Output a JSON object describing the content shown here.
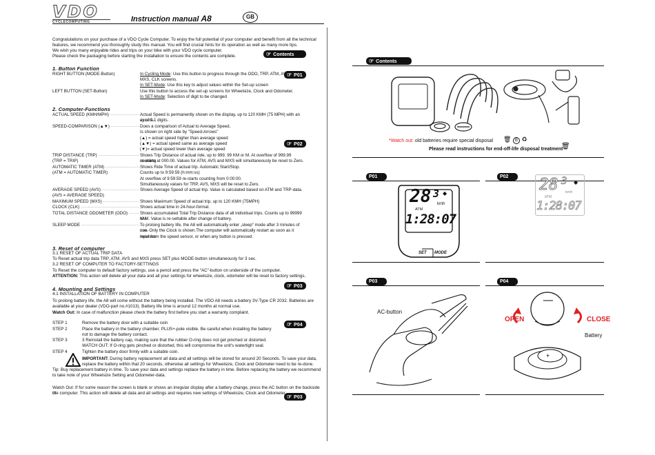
{
  "header": {
    "brand": "VDO",
    "brand_tag": "CYCLECOMPUTING",
    "title_prefix": "Instruction manual",
    "title_model": "A8",
    "lang": "GB"
  },
  "intro": [
    "Congratulations on your purchase of a VDO Cycle Computer. To enjoy the full potential of your computer and benefit from all the technical",
    "features, we recommend you thoroughly study this manual. You will find crucial hints for its operation as well as many more tips.",
    "We wish you many enjoyable rides and trips on your bike with your VDO cycle computer.",
    "Please check the packaging before starting the installation to ensure the contents are complete."
  ],
  "refs": {
    "contents": "Contents",
    "p01": "P01",
    "p02": "P02",
    "p03": "P03",
    "p04": "P04"
  },
  "buttons": {
    "heading": "1. Button Function",
    "right_label": "RIGHT BUTTON (MODE-Button)",
    "right_cycling_key": "In Cycling Mode",
    "right_cycling_text": ": Use this button to progress through the ODO, TRP, ATM, AVS,",
    "right_cycling_cont": "MXS, CLK screens.",
    "right_set_key": "In SET-Mode",
    "right_set_text": ": Use this key to adjust values within the Set-up screen",
    "left_label": "LEFT BUTTON (SET-Button)",
    "left_text": "Use this button to access the set-up screens for Wheelsize, Clock and Odometer.",
    "left_set_key": "In SET-Mode",
    "left_set_text": ": Selection of digit to be changed"
  },
  "functions": {
    "heading": "2. Computer-Functions",
    "items": [
      {
        "label": "ACTUAL SPEED (KMH/MPH)",
        "lines": [
          "Actual Speed is permanently shown on the display, up to 120 KMH (75 MPH) with an accura-",
          "cy of 0.1 digits."
        ]
      },
      {
        "label": "SPEED-COMPARISON (▲▼)",
        "lines": [
          "Does a comparison of Actual to Average Speed.",
          "Is shown on right side by \"Speed-Arrows\"",
          "(▲) = actual speed higher than average speed",
          "(▲▼) = actual speed same as average speed",
          "(▼)= actual speed lower than average speed"
        ]
      },
      {
        "label": "TRIP DISTANCE (TRP)",
        "sub": "(TRP = TRIP)",
        "lines": [
          "Shows Trip Distance of actual ride, up to 999. 99 KM or M. At overflow of 999.99 counting",
          "re-starts at 000.00. Values for ATM, AVS and MXS will simultaneously be reset to Zero."
        ]
      },
      {
        "label": "AUTOMATIC TIMER (ATM)",
        "sub": "(ATM = AUTOMATIC TIMER)",
        "lines": [
          "Shows Ride Time of actual trip. Automatic Start/Stop.",
          "Counts up to 9:59:59 (h:mm:ss)",
          "At overflow of 9:59:59 re-starts counting from 0:00:00.",
          "Simultaneously values for TRP, AVS, MXS will be reset to Zero."
        ]
      },
      {
        "label": "AVERAGE SPEED (AVS)",
        "sub": "(AVS = AVERAGE SPEED)",
        "lines": [
          "Shows Average Speed of actual trip. Value is calculated based on ATM and TRP-data."
        ]
      },
      {
        "label": "MAXIMUM SPEED (MXS)",
        "lines": [
          "Shows Maximum Speed of actual trip, up to 120 KMH (75MPH)"
        ]
      },
      {
        "label": "CLOCK (CLK)",
        "lines": [
          "Shows actual time in 24-hour-format."
        ]
      },
      {
        "label": "TOTAL DISTANCE ODOMETER (ODO)",
        "lines": [
          "Shows accumulated Total Trip Distance data of all individual trips. Counts up to 99999 KM",
          "or M. Value is re-settable after change of battery."
        ]
      },
      {
        "label": "SLEEP MODE",
        "lines": [
          "To prolong battery life, the A8 will automatically enter „sleep“ mode after 3 minutes of non-",
          "use. Only the Clock is shown.The computer will automatically restart as soon as it receives",
          "input from the speed sensor, or when any button is pressed."
        ]
      }
    ]
  },
  "reset": {
    "heading": "3. Reset of computer",
    "lines": [
      "3.1 RESET OF ACTUAL TRIP DATA",
      "To Reset actual trip data TRP, ATM, AVS and MXS press SET plus MODE-button simultaneously for 3 sec.",
      "3.2 RESET OF COMPUTER TO FACTORY-SETTINGS",
      "To Reset the computer to default factory settings, use a pencil and press the “AC”-button on underside of the computer."
    ],
    "attention_key": "ATTENTION:",
    "attention_text": " This action will delete all your data and all your settings for wheelsize, clock, odometer will be reset to factory settings."
  },
  "mounting": {
    "heading": "4. Mounting and Settings",
    "sub": "4.1 INSTALLATION OF BATTERY IN COMPUTER",
    "lines": [
      "To prolong battery life, the A8 will come without the battery being installed. The VDO A8 needs a battery 3V-Type CR 2032. Batteries are",
      "available at your dealer (VDO-part no.#1013). Battery life time is around 12 months at normal use."
    ],
    "watch_key": "Watch Out:",
    "watch_text": " In case of malfunction please check the battery first before you start a warranty complaint.",
    "steps": [
      {
        "n": "STEP 1",
        "lines": [
          "Remove the battery door with a suitable coin"
        ]
      },
      {
        "n": "STEP 2",
        "lines": [
          "Place the battery in the battery chamber. PLUS+-pole visible. Be careful when installing the battery",
          "not to damage the battery contact."
        ]
      },
      {
        "n": "STEP 3",
        "lines": [
          "3  Reinstall the battery cap, making sure that the rubber O-ring does not get pinched or distorted.",
          "WATCH OUT: If O-ring gets pinched or distorted, this will compromise the unit's watertight seal."
        ]
      },
      {
        "n": "STEP 4",
        "lines": [
          "Tighten the battery door firmly with a suitable coin."
        ]
      }
    ],
    "important_key": "IMPORTANT:",
    "important_text": " During battery replacement all data and all settings will be stored for around 20 Seconds. To save your data,",
    "important_cont": "replace the battery within that 20 seconds, otherwise all settings for Wheelsize, Clock and Odometer need to be re-done.",
    "tip_lines": [
      "Tip: Buy replacement battery in time. To save your data and settings replace the battery in time. Before replacing the battery we recommend",
      "to take note of your Wheelsize Setting and Odometer-data."
    ],
    "final_lines": [
      "Watch Out: If for some reason the screen is blank or shows an irregular display after a battery change, press the AC button on the backside of",
      "the computer. This action will delete all data and all settings and requires new settings of Wheelsize, Clock and Odometer."
    ]
  },
  "right_page": {
    "watch_key": "*Watch out:",
    "watch_text": " old batteries require special disposal",
    "disposal": "Please read instructions for end-off-life disposal treatment",
    "p01_display": {
      "speed": "28",
      "speed_dec": "3",
      "unit": "kmh",
      "mode": "ATM",
      "time": "1:28:07",
      "btn_left": "SET",
      "btn_right": "MODE"
    },
    "p02_display": {
      "speed": "28",
      "speed_dec": "3",
      "unit": "kmh",
      "mode": "ATM",
      "time": "1:28:07"
    },
    "ac_button": "AC-button",
    "open": "OPEN",
    "close": "CLOSE",
    "battery": "Battery",
    "accent_red": "#e02020"
  }
}
